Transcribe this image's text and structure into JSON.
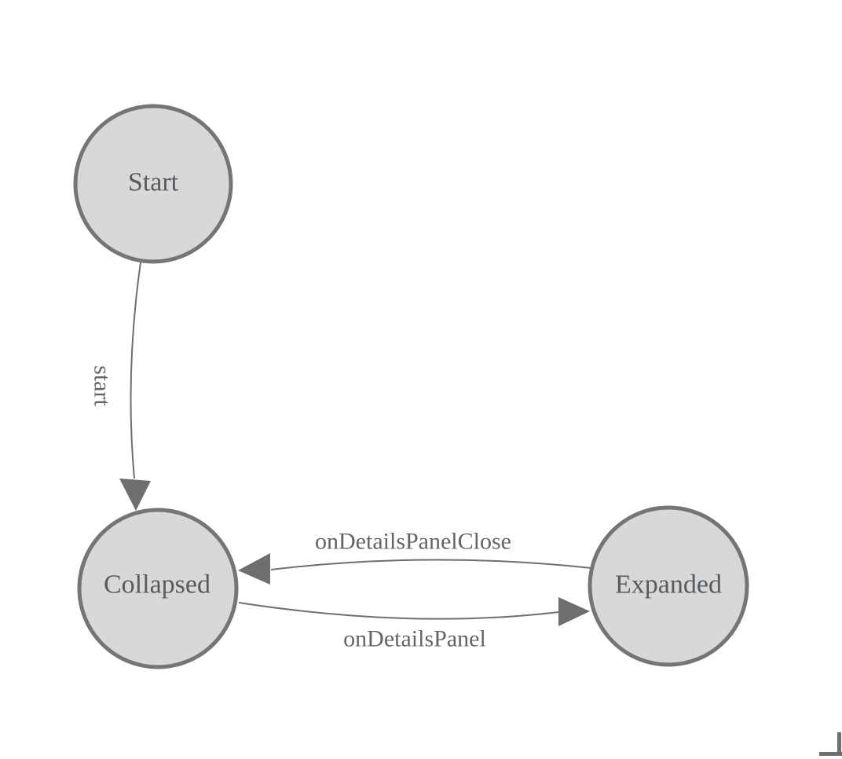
{
  "diagram": {
    "kind": "state-machine",
    "states": [
      {
        "label": "Start"
      },
      {
        "label": "Collapsed"
      },
      {
        "label": "Expanded"
      }
    ],
    "transitions": [
      {
        "from": "Start",
        "to": "Collapsed",
        "label": "start"
      },
      {
        "from": "Expanded",
        "to": "Collapsed",
        "label": "onDetailsPanelClose"
      },
      {
        "from": "Collapsed",
        "to": "Expanded",
        "label": "onDetailsPanel"
      }
    ],
    "colors": {
      "background": "#ffffff",
      "state_fill": "#d8d8d8",
      "state_border": "#757575",
      "state_text": "#565b60",
      "edge": "#6e6e6e",
      "edge_text": "#646464",
      "canvas_corner": "#6f6f6f"
    }
  }
}
